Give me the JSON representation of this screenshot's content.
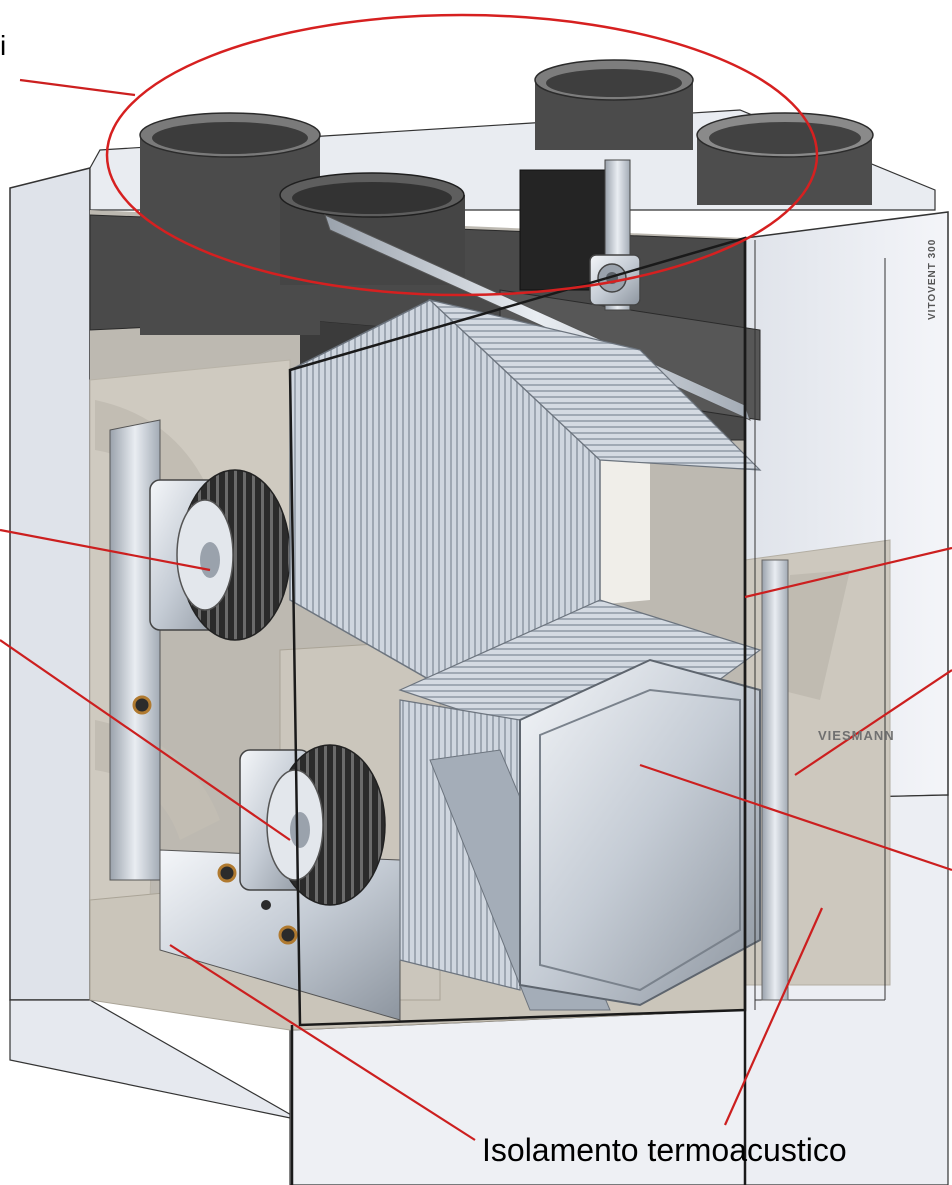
{
  "labels": {
    "top_fragment": "i",
    "bottom": "Isolamento termoacustico"
  },
  "brand": {
    "model": "VITOVENT 300",
    "logo": "VIESMANN"
  },
  "colors": {
    "leader_line": "#cc1f1f",
    "annotation_ellipse": "#d62020",
    "casing": "#eef0f5",
    "insulation": "#cfcac0",
    "foam_dark": "#4a4a4a",
    "heat_exchanger": "#c2cbd6"
  }
}
